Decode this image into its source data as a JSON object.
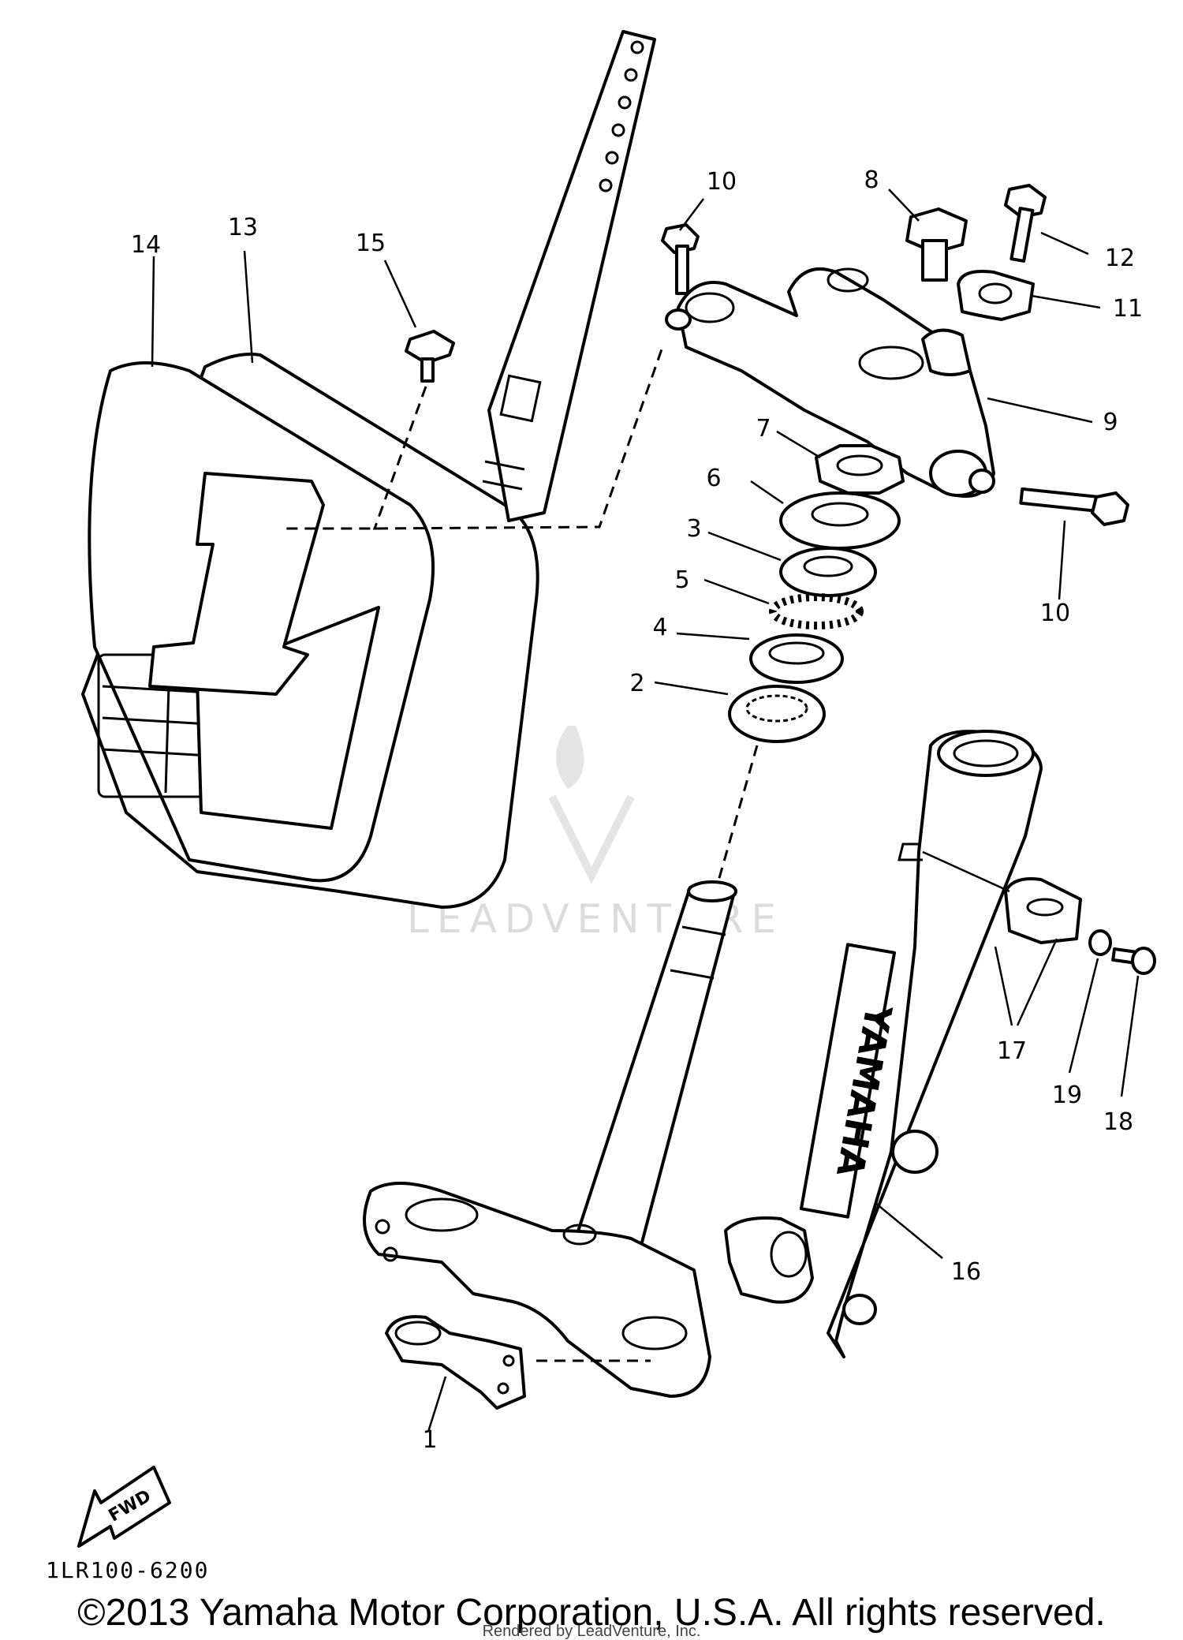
{
  "parts": [
    {
      "id": "lbl-1",
      "text": "1"
    },
    {
      "id": "lbl-2",
      "text": "2"
    },
    {
      "id": "lbl-3",
      "text": "3"
    },
    {
      "id": "lbl-4",
      "text": "4"
    },
    {
      "id": "lbl-5",
      "text": "5"
    },
    {
      "id": "lbl-6",
      "text": "6"
    },
    {
      "id": "lbl-7",
      "text": "7"
    },
    {
      "id": "lbl-8",
      "text": "8"
    },
    {
      "id": "lbl-9",
      "text": "9"
    },
    {
      "id": "lbl-10a",
      "text": "10"
    },
    {
      "id": "lbl-10b",
      "text": "10"
    },
    {
      "id": "lbl-11",
      "text": "11"
    },
    {
      "id": "lbl-12",
      "text": "12"
    },
    {
      "id": "lbl-13",
      "text": "13"
    },
    {
      "id": "lbl-14",
      "text": "14"
    },
    {
      "id": "lbl-15",
      "text": "15"
    },
    {
      "id": "lbl-16",
      "text": "16"
    },
    {
      "id": "lbl-17",
      "text": "17"
    },
    {
      "id": "lbl-18",
      "text": "18"
    },
    {
      "id": "lbl-19",
      "text": "19"
    }
  ],
  "plate_number": "1",
  "fwd_label": "FWD",
  "fork_brand": "YAMAHA",
  "diagram_code": "1LR100-6200",
  "watermark": "LEADVENTURE",
  "copyright": "©2013 Yamaha Motor Corporation, U.S.A. All rights reserved.",
  "rendered_by": "Rendered by LeadVenture, Inc.",
  "colors": {
    "line": "#000000",
    "background": "#ffffff",
    "watermark": "#d8d8d8"
  }
}
